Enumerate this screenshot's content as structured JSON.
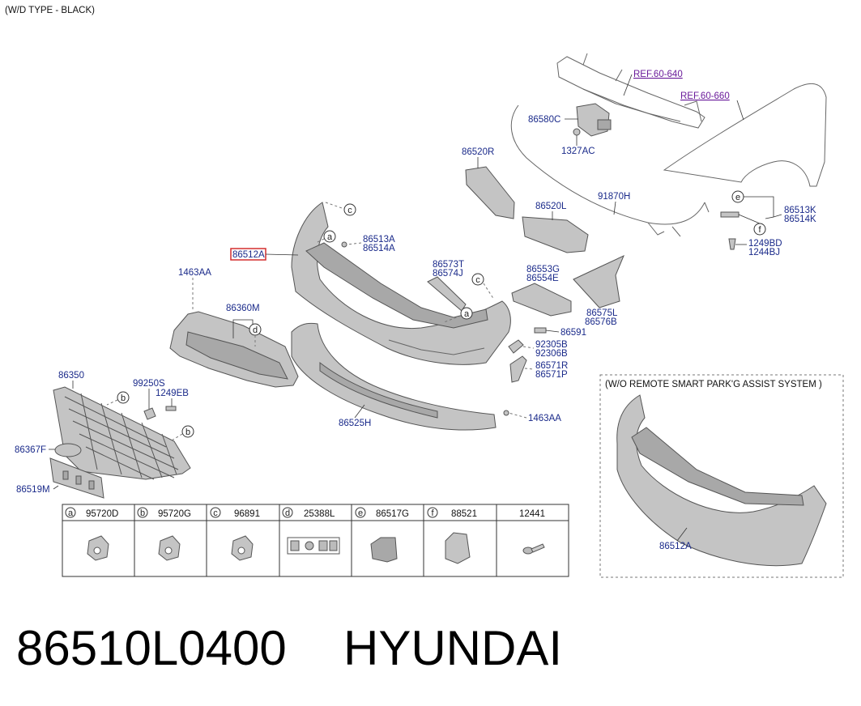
{
  "header_note": "(W/D TYPE - BLACK)",
  "refs": [
    "REF.60-640",
    "REF.60-660"
  ],
  "callouts": {
    "c_86580C": "86580C",
    "c_1327AC": "1327AC",
    "c_86520R": "86520R",
    "c_86520L": "86520L",
    "c_91870H": "91870H",
    "c_86513K": "86513K",
    "c_86514K": "86514K",
    "c_1249BD": "1249BD",
    "c_1244BJ": "1244BJ",
    "c_86512A": "86512A",
    "c_86513A": "86513A",
    "c_86514A": "86514A",
    "c_86573T": "86573T",
    "c_86574J": "86574J",
    "c_86553G": "86553G",
    "c_86554E": "86554E",
    "c_86575L": "86575L",
    "c_86576B": "86576B",
    "c_86591": "86591",
    "c_92305B": "92305B",
    "c_92306B": "92306B",
    "c_86571R": "86571R",
    "c_86571P": "86571P",
    "c_1463AA_top": "1463AA",
    "c_86360M": "86360M",
    "c_86350": "86350",
    "c_99250S": "99250S",
    "c_1249EB": "1249EB",
    "c_86367F": "86367F",
    "c_86519M": "86519M",
    "c_86525H": "86525H",
    "c_1463AA_bottom": "1463AA",
    "c_86512A_inset": "86512A"
  },
  "inset_title": "(W/O REMOTE SMART PARK'G ASSIST SYSTEM )",
  "legend": [
    {
      "letter": "a",
      "part": "95720D",
      "icon": "clip-icon"
    },
    {
      "letter": "b",
      "part": "95720G",
      "icon": "clip-icon"
    },
    {
      "letter": "c",
      "part": "96891",
      "icon": "clip-icon"
    },
    {
      "letter": "d",
      "part": "25388L",
      "icon": "label-sticker-icon"
    },
    {
      "letter": "e",
      "part": "86517G",
      "icon": "retainer-icon"
    },
    {
      "letter": "f",
      "part": "88521",
      "icon": "bracket-icon"
    },
    {
      "letter": "",
      "part": "12441",
      "icon": "screw-icon"
    }
  ],
  "footer": {
    "part_number": "86510L0400",
    "brand": "HYUNDAI"
  },
  "colors": {
    "label": "#1a2a8a",
    "ref_link": "#6a1b9a",
    "highlight_box": "#d32f2f",
    "part_fill": "#c4c4c4"
  }
}
